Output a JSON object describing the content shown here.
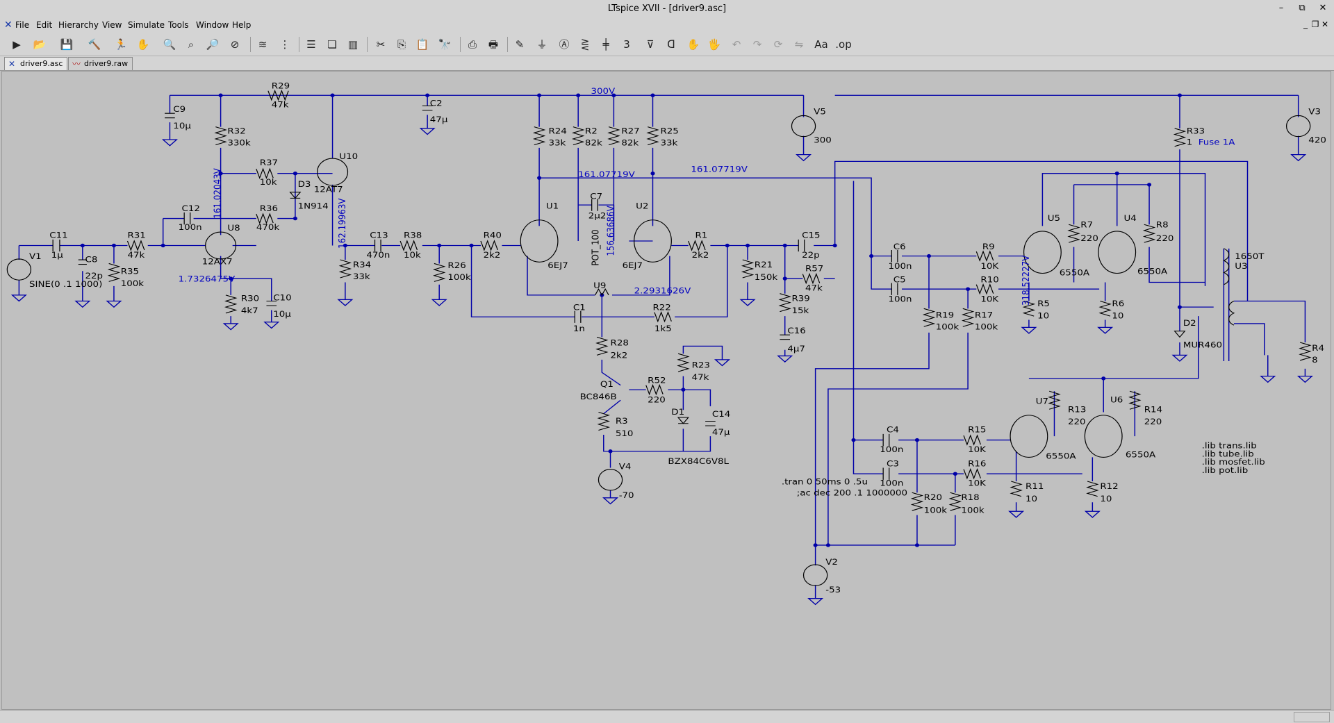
{
  "window": {
    "title": "LTspice XVII - [driver9.asc]"
  },
  "menu": [
    "File",
    "Edit",
    "Hierarchy",
    "View",
    "Simulate",
    "Tools",
    "Window",
    "Help"
  ],
  "tabs": [
    {
      "label": "driver9.asc",
      "active": true
    },
    {
      "label": "driver9.raw",
      "active": false
    }
  ],
  "toolbar": [
    "run-icon",
    "open-icon",
    "save-icon",
    "control-panel-icon",
    "halt-icon",
    "pan-icon",
    "zoom-in-icon",
    "zoom-area-icon",
    "zoom-out-icon",
    "zoom-fit-icon",
    "autorange-icon",
    "fit-waveform-icon",
    "tile-horizontal-icon",
    "cascade-icon",
    "tile-vertical-icon",
    "cut-icon",
    "copy-icon",
    "paste-icon",
    "find-icon",
    "print-setup-icon",
    "print-icon",
    "wire-icon",
    "ground-icon",
    "label-net-icon",
    "resistor-icon",
    "capacitor-icon",
    "inductor-icon",
    "diode-icon",
    "component-icon",
    "move-icon",
    "drag-icon",
    "undo-icon",
    "redo-icon",
    "rotate-icon",
    "mirror-icon",
    "text-icon",
    "spice-directive-icon"
  ],
  "schematic": {
    "components": [
      {
        "ref": "R29",
        "value": "47k"
      },
      {
        "ref": "C9",
        "value": "10µ"
      },
      {
        "ref": "R32",
        "value": "330k"
      },
      {
        "ref": "C2",
        "value": "47µ"
      },
      {
        "ref": "U10",
        "value": "12AT7"
      },
      {
        "ref": "R37",
        "value": "10k"
      },
      {
        "ref": "D3",
        "value": "1N914"
      },
      {
        "ref": "C12",
        "value": "100n"
      },
      {
        "ref": "R36",
        "value": "470k"
      },
      {
        "ref": "C11",
        "value": "1µ"
      },
      {
        "ref": "R31",
        "value": "47k"
      },
      {
        "ref": "U8",
        "value": "12AX7"
      },
      {
        "ref": "C8",
        "value": "22p"
      },
      {
        "ref": "R35",
        "value": "100k"
      },
      {
        "ref": "V1",
        "value": "SINE(0 .1 1000)"
      },
      {
        "ref": "R30",
        "value": "4k7"
      },
      {
        "ref": "C10",
        "value": "10µ"
      },
      {
        "ref": "C13",
        "value": "470n"
      },
      {
        "ref": "R38",
        "value": "10k"
      },
      {
        "ref": "R34",
        "value": "33k"
      },
      {
        "ref": "R26",
        "value": "100k"
      },
      {
        "ref": "R40",
        "value": "2k2"
      },
      {
        "ref": "U1",
        "value": "6EJ7"
      },
      {
        "ref": "R24",
        "value": "33k"
      },
      {
        "ref": "R2",
        "value": "82k"
      },
      {
        "ref": "C7",
        "value": "2µ2"
      },
      {
        "ref": "R27",
        "value": "82k"
      },
      {
        "ref": "U2",
        "value": "6EJ7"
      },
      {
        "ref": "R25",
        "value": "33k"
      },
      {
        "ref": "U9",
        "value": "POT_100"
      },
      {
        "ref": "R1",
        "value": "2k2"
      },
      {
        "ref": "C1",
        "value": "1n"
      },
      {
        "ref": "R22",
        "value": "1k5"
      },
      {
        "ref": "R28",
        "value": "2k2"
      },
      {
        "ref": "Q1",
        "value": "BC846B"
      },
      {
        "ref": "R52",
        "value": "220"
      },
      {
        "ref": "R23",
        "value": "47k"
      },
      {
        "ref": "D1",
        "value": "BZX84C6V8L"
      },
      {
        "ref": "C14",
        "value": "47µ"
      },
      {
        "ref": "R3",
        "value": "510"
      },
      {
        "ref": "V4",
        "value": "-70"
      },
      {
        "ref": "C15",
        "value": "22p"
      },
      {
        "ref": "R21",
        "value": "150k"
      },
      {
        "ref": "R57",
        "value": "47k"
      },
      {
        "ref": "R39",
        "value": "15k"
      },
      {
        "ref": "C16",
        "value": "4µ7"
      },
      {
        "ref": "V5",
        "value": "300"
      },
      {
        "ref": "C6",
        "value": "100n"
      },
      {
        "ref": "C5",
        "value": "100n"
      },
      {
        "ref": "R9",
        "value": "10K"
      },
      {
        "ref": "R10",
        "value": "10K"
      },
      {
        "ref": "R19",
        "value": "100k"
      },
      {
        "ref": "R17",
        "value": "100k"
      },
      {
        "ref": "U5",
        "value": "6550A"
      },
      {
        "ref": "R7",
        "value": "220"
      },
      {
        "ref": "U4",
        "value": "6550A"
      },
      {
        "ref": "R8",
        "value": "220"
      },
      {
        "ref": "R5",
        "value": "10"
      },
      {
        "ref": "R6",
        "value": "10"
      },
      {
        "ref": "R33",
        "value": "1"
      },
      {
        "ref": "D2",
        "value": "MUR460"
      },
      {
        "ref": "U3",
        "value": "1650T"
      },
      {
        "ref": "V3",
        "value": "420"
      },
      {
        "ref": "R4",
        "value": "8"
      },
      {
        "ref": "U7",
        "value": "6550A"
      },
      {
        "ref": "R13",
        "value": "220"
      },
      {
        "ref": "U6",
        "value": "6550A"
      },
      {
        "ref": "R14",
        "value": "220"
      },
      {
        "ref": "C4",
        "value": "100n"
      },
      {
        "ref": "C3",
        "value": "100n"
      },
      {
        "ref": "R15",
        "value": "10K"
      },
      {
        "ref": "R16",
        "value": "10K"
      },
      {
        "ref": "R20",
        "value": "100k"
      },
      {
        "ref": "R18",
        "value": "100k"
      },
      {
        "ref": "R11",
        "value": "10"
      },
      {
        "ref": "R12",
        "value": "10"
      },
      {
        "ref": "V2",
        "value": "-53"
      }
    ],
    "net_labels": [
      "300V",
      "161.07719V",
      "161.07719V",
      "161.02043V",
      "162.19963V",
      "1.7326475V",
      "156.63686V",
      "2.2931626V",
      "318.52227V"
    ],
    "annotations": [
      "Fuse 1A"
    ],
    "directives": [
      ".tran 0 50ms 0 .5u",
      ";ac dec 200 .1 1000000"
    ],
    "libs": [
      ".lib trans.lib",
      ".lib tube.lib",
      ".lib mosfet.lib",
      ".lib pot.lib"
    ]
  }
}
